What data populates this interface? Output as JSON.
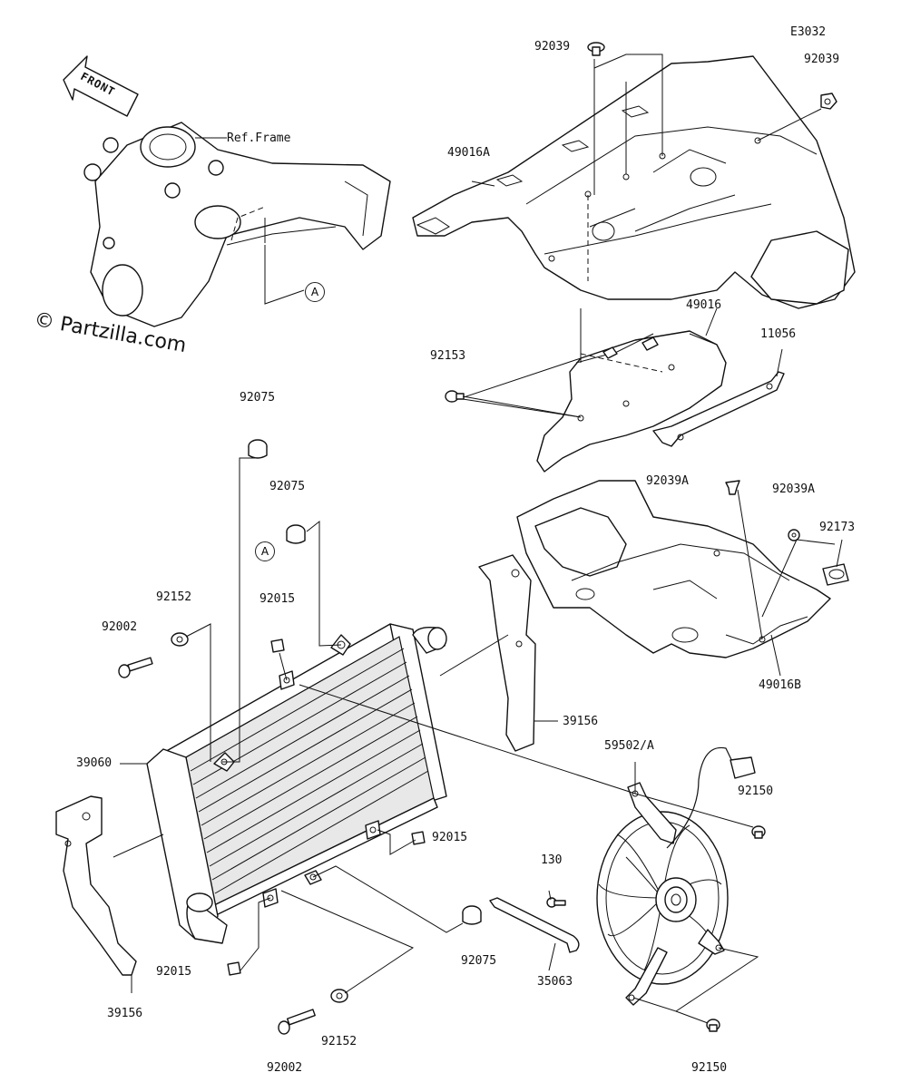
{
  "diagram_id": "E3032",
  "watermark": "© Partzilla.com",
  "front_arrow_label": "FRONT",
  "ref_frame_label": "Ref.Frame",
  "reference_marker": "A",
  "parts": {
    "p92039_top": "92039",
    "p92039_right": "92039",
    "p49016A": "49016A",
    "p49016": "49016",
    "p11056": "11056",
    "p92153": "92153",
    "p92075_a": "92075",
    "p92075_b": "92075",
    "p92075_c": "92075",
    "p92039A_left": "92039A",
    "p92039A_right": "92039A",
    "p92173": "92173",
    "p92152_top": "92152",
    "p92152_bottom": "92152",
    "p92015_top": "92015",
    "p92015_mid": "92015",
    "p92015_bottom": "92015",
    "p92002_top": "92002",
    "p92002_bottom": "92002",
    "p49016B": "49016B",
    "p39156_mid": "39156",
    "p39156_left": "39156",
    "p39060": "39060",
    "p59502A": "59502/A",
    "p92150_top": "92150",
    "p92150_bottom": "92150",
    "p130": "130",
    "p35063": "35063"
  }
}
